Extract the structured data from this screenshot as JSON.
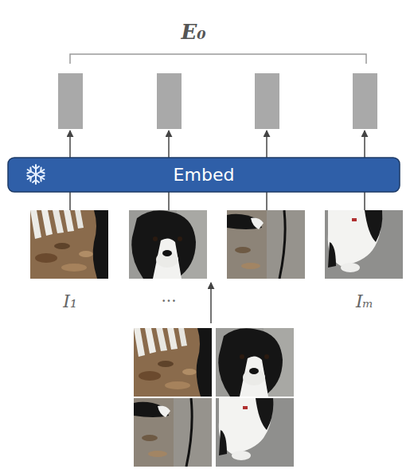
{
  "diagram": {
    "nodes": [
      {
        "text": [
          "Embed"
        ]
      }
    ],
    "labels": [
      "E₀",
      "I₁",
      "...",
      "Iₘ"
    ]
  }
}
